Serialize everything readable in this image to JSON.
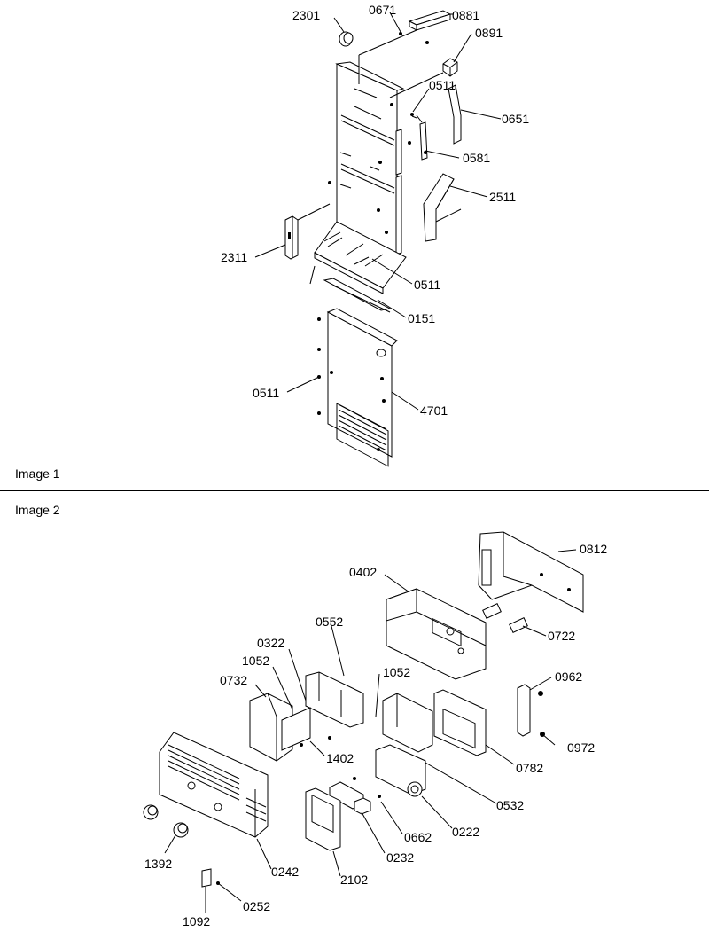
{
  "captions": {
    "image1": "Image 1",
    "image2": "Image 2"
  },
  "image1_labels": {
    "c2301": "2301",
    "c0671": "0671",
    "c0881": "0881",
    "c0891": "0891",
    "c0511a": "0511",
    "c0651": "0651",
    "c0581": "0581",
    "c2511": "2511",
    "c2311": "2311",
    "c0511b": "0511",
    "c0151": "0151",
    "c0511c": "0511",
    "c4701": "4701"
  },
  "image2_labels": {
    "c0812": "0812",
    "c0402": "0402",
    "c0722": "0722",
    "c0552": "0552",
    "c0322": "0322",
    "c1052a": "1052",
    "c1052b": "1052",
    "c0732": "0732",
    "c0962": "0962",
    "c1402": "1402",
    "c0972": "0972",
    "c0782": "0782",
    "c0532": "0532",
    "c0222": "0222",
    "c0662": "0662",
    "c0232": "0232",
    "c1392": "1392",
    "c0242": "0242",
    "c2102": "2102",
    "c0252": "0252",
    "c1092": "1092"
  }
}
